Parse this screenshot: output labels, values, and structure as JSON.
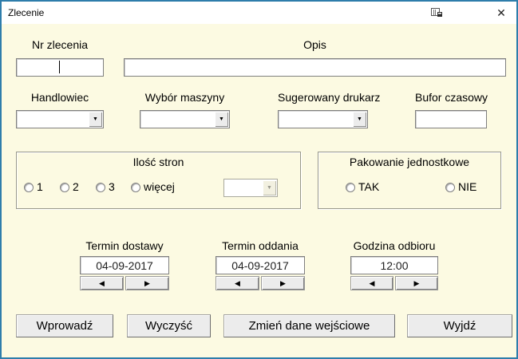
{
  "window": {
    "title": "Zlecenie"
  },
  "icons": {
    "close": "✕",
    "dropdown_arrow": "▼",
    "spin_left": "◀",
    "spin_right": "▶"
  },
  "fields": {
    "nr_zlecenia": {
      "label": "Nr zlecenia",
      "value": ""
    },
    "opis": {
      "label": "Opis",
      "value": ""
    },
    "handlowiec": {
      "label": "Handlowiec",
      "value": ""
    },
    "wybor_maszyny": {
      "label": "Wybór maszyny",
      "value": ""
    },
    "sugerowany_drukarz": {
      "label": "Sugerowany drukarz",
      "value": ""
    },
    "bufor_czasowy": {
      "label": "Bufor czasowy",
      "value": ""
    }
  },
  "pages_group": {
    "title": "Ilość stron",
    "options": [
      "1",
      "2",
      "3",
      "więcej"
    ],
    "combo_value": ""
  },
  "packaging_group": {
    "title": "Pakowanie jednostkowe",
    "options": [
      "TAK",
      "NIE"
    ]
  },
  "schedules": [
    {
      "label": "Termin dostawy",
      "value": "04-09-2017"
    },
    {
      "label": "Termin oddania",
      "value": "04-09-2017"
    },
    {
      "label": "Godzina odbioru",
      "value": "12:00"
    }
  ],
  "actions": [
    "Wprowadź",
    "Wyczyść",
    "Zmień dane wejściowe",
    "Wyjdź"
  ],
  "colors": {
    "form_bg": "#FCFAE2",
    "window_border": "#2E7DAB",
    "titlebar_bg": "#FFFFFF",
    "button_face": "#ECECEC"
  }
}
